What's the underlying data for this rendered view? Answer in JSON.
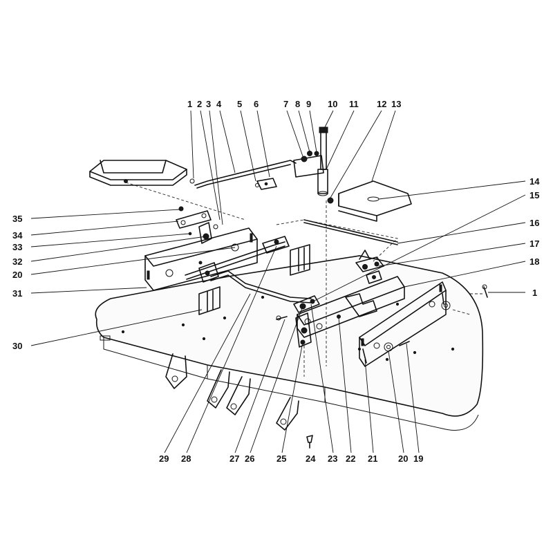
{
  "callouts": {
    "top": [
      {
        "id": "c1",
        "label": "1"
      },
      {
        "id": "c2",
        "label": "2"
      },
      {
        "id": "c3",
        "label": "3"
      },
      {
        "id": "c4",
        "label": "4"
      },
      {
        "id": "c5",
        "label": "5"
      },
      {
        "id": "c6",
        "label": "6"
      },
      {
        "id": "c7",
        "label": "7"
      },
      {
        "id": "c8",
        "label": "8"
      },
      {
        "id": "c9",
        "label": "9"
      },
      {
        "id": "c10",
        "label": "10"
      },
      {
        "id": "c11",
        "label": "11"
      },
      {
        "id": "c12",
        "label": "12"
      },
      {
        "id": "c13",
        "label": "13"
      }
    ],
    "right": [
      {
        "id": "c14",
        "label": "14"
      },
      {
        "id": "c15",
        "label": "15"
      },
      {
        "id": "c16",
        "label": "16"
      },
      {
        "id": "c17",
        "label": "17"
      },
      {
        "id": "c18",
        "label": "18"
      },
      {
        "id": "c1r",
        "label": "1"
      }
    ],
    "left": [
      {
        "id": "c35",
        "label": "35"
      },
      {
        "id": "c34",
        "label": "34"
      },
      {
        "id": "c33",
        "label": "33"
      },
      {
        "id": "c32",
        "label": "32"
      },
      {
        "id": "c20l",
        "label": "20"
      },
      {
        "id": "c31",
        "label": "31"
      },
      {
        "id": "c30",
        "label": "30"
      }
    ],
    "bottom": [
      {
        "id": "c29",
        "label": "29"
      },
      {
        "id": "c28",
        "label": "28"
      },
      {
        "id": "c27",
        "label": "27"
      },
      {
        "id": "c26",
        "label": "26"
      },
      {
        "id": "c25",
        "label": "25"
      },
      {
        "id": "c24",
        "label": "24"
      },
      {
        "id": "c23",
        "label": "23"
      },
      {
        "id": "c22",
        "label": "22"
      },
      {
        "id": "c21",
        "label": "21"
      },
      {
        "id": "c20b",
        "label": "20"
      },
      {
        "id": "c19",
        "label": "19"
      }
    ]
  }
}
